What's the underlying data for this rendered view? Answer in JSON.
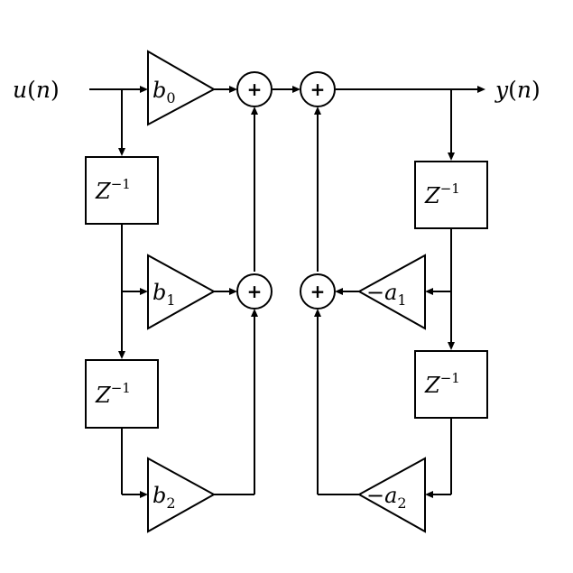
{
  "input": {
    "var": "u",
    "open": "(",
    "arg": "n",
    "close": ")"
  },
  "output": {
    "var": "y",
    "open": "(",
    "arg": "n",
    "close": ")"
  },
  "delays": [
    {
      "base": "Z",
      "exp": "−1"
    },
    {
      "base": "Z",
      "exp": "−1"
    },
    {
      "base": "Z",
      "exp": "−1"
    },
    {
      "base": "Z",
      "exp": "−1"
    }
  ],
  "feedforward_gains": [
    {
      "sign": "",
      "var": "b",
      "sub": "0"
    },
    {
      "sign": "",
      "var": "b",
      "sub": "1"
    },
    {
      "sign": "",
      "var": "b",
      "sub": "2"
    }
  ],
  "feedback_gains": [
    {
      "sign": "−",
      "var": "a",
      "sub": "1"
    },
    {
      "sign": "−",
      "var": "a",
      "sub": "2"
    }
  ],
  "adder_symbol": "+"
}
